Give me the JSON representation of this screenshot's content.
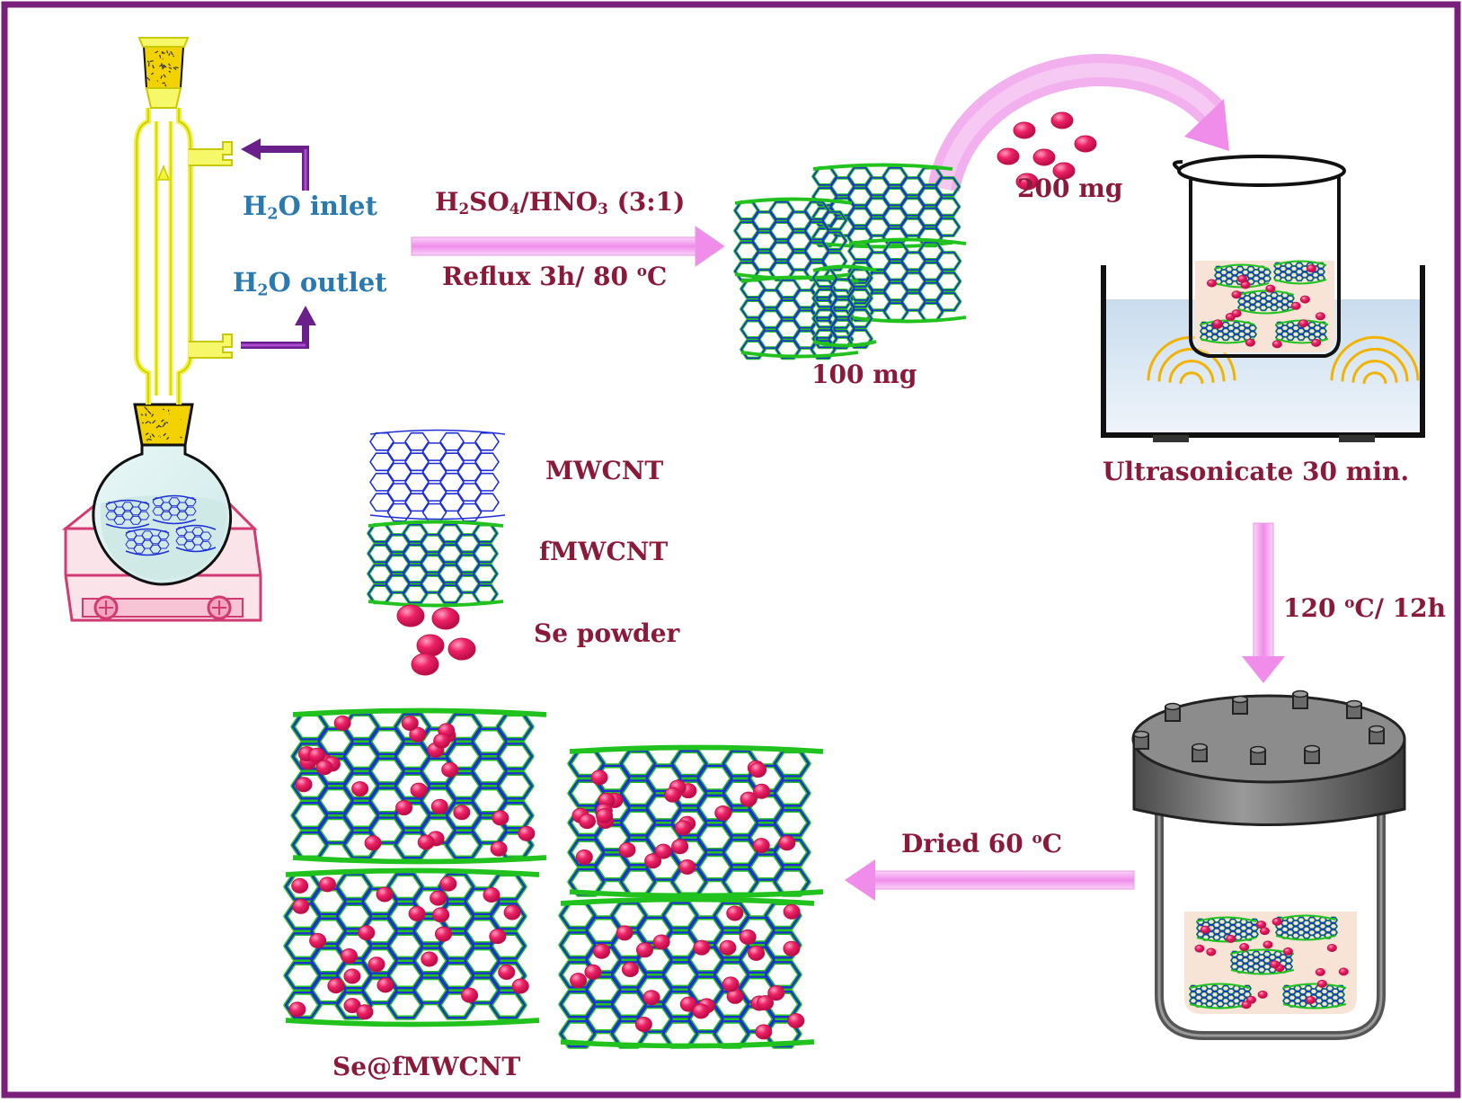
{
  "colors": {
    "frame": "#7a1f7a",
    "tube_green": "#22c21e",
    "tube_blue": "#1f2fd6",
    "selenium": "#e8185c",
    "arrow": "#f3a6ef",
    "condenser": "#f2f23a",
    "label_maroon": "#8b1a3a",
    "label_blue": "#2a79b0"
  },
  "labels": {
    "h2o_inlet_prefix": "H",
    "h2o_inlet_sub": "2",
    "h2o_inlet_suffix": "O inlet",
    "h2o_outlet_prefix": "H",
    "h2o_outlet_sub": "2",
    "h2o_outlet_suffix": "O outlet",
    "acid_h": "H",
    "acid_sub1": "2",
    "acid_so": "SO",
    "acid_sub2": "4",
    "acid_hno": "/HNO",
    "acid_sub3": "3",
    "acid_ratio": " (3:1)",
    "reflux_text": "Reflux 3h/ 80 ",
    "reflux_sup": "o",
    "reflux_unit": "C",
    "mass_100": "100 mg",
    "mass_200": "200 mg",
    "ultrasonicate": "Ultrasonicate 30 min.",
    "hydrothermal_text": "120 ",
    "hydrothermal_sup": "o",
    "hydrothermal_unit": "C/ 12h",
    "dried_text": "Dried 60 ",
    "dried_sup": "o",
    "dried_unit": "C",
    "product": "Se@fMWCNT"
  },
  "legend": [
    {
      "label": "MWCNT",
      "icon": "mwcnt-tube-icon"
    },
    {
      "label": "fMWCNT",
      "icon": "fmwcnt-tube-icon"
    },
    {
      "label": "Se powder",
      "icon": "se-particles-icon"
    }
  ],
  "steps": [
    {
      "step": "reflux",
      "apparatus": "reflux-condenser-flask-icon"
    },
    {
      "step": "functionalized-tubes",
      "apparatus": "fmwcnt-bundle-icon"
    },
    {
      "step": "ultrasonication",
      "apparatus": "ultrasonic-bath-icon"
    },
    {
      "step": "hydrothermal",
      "apparatus": "autoclave-icon"
    },
    {
      "step": "product",
      "apparatus": "se-fmwcnt-bundle-icon"
    }
  ]
}
